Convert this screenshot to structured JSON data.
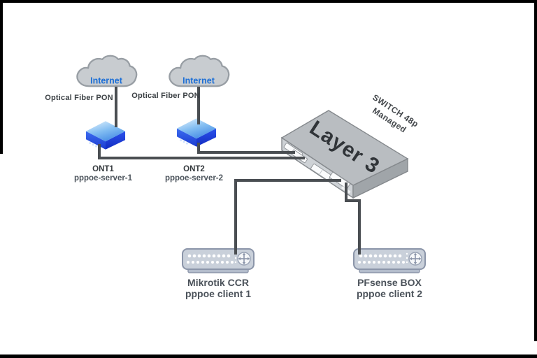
{
  "clouds": [
    {
      "label": "Internet"
    },
    {
      "label": "Internet"
    }
  ],
  "pon_labels": [
    {
      "text": "Optical Fiber PON"
    },
    {
      "text": "Optical Fiber PON"
    }
  ],
  "onts": [
    {
      "name": "ONT1",
      "role": "pppoe-server-1"
    },
    {
      "name": "ONT2",
      "role": "pppoe-server-2"
    }
  ],
  "switch": {
    "face_label": "Layer 3",
    "annotation_line1": "SWITCH 48p",
    "annotation_line2": "Managed"
  },
  "clients": [
    {
      "name": "Mikrotik CCR",
      "role": "pppoe client 1"
    },
    {
      "name": "PFsense BOX",
      "role": "pppoe client 2"
    }
  ],
  "colors": {
    "cable": "#4a4e52",
    "cloud_fill": "#c8ccd0",
    "cloud_stroke": "#989ea4",
    "internet_text": "#1d6fd6",
    "ont_blue": "#2247dc",
    "switch_body": "#b9bdc1",
    "label_dark": "#34393d",
    "label_gray": "#4d555d",
    "border": "#000000"
  }
}
